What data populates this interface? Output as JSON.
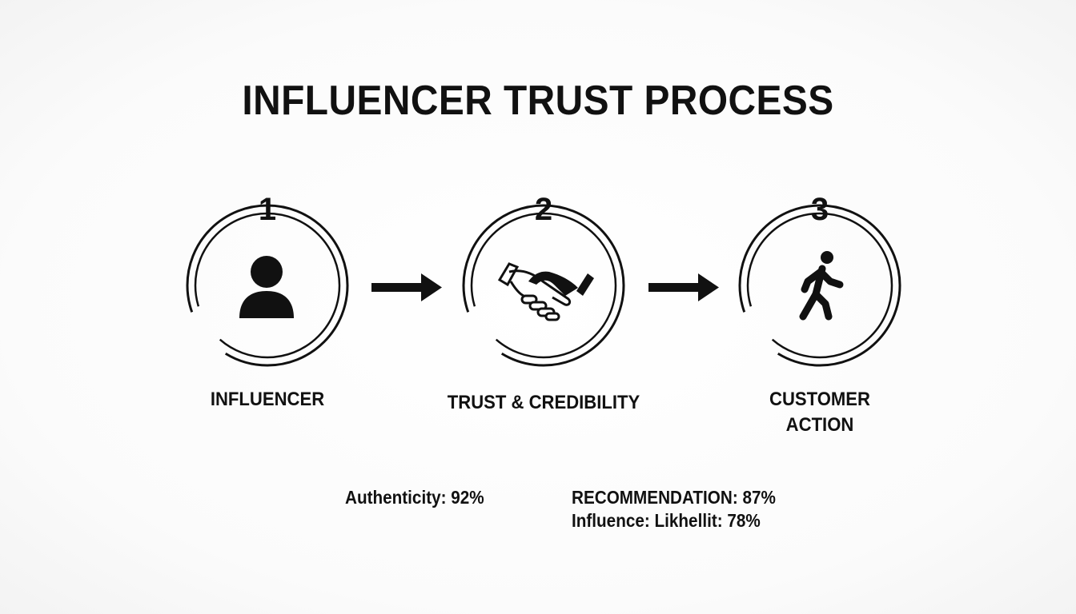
{
  "title": "INFLUENCER TRUST PROCESS",
  "steps": [
    {
      "number": "1",
      "label": "INFLUENCER",
      "icon": "person-icon"
    },
    {
      "number": "2",
      "label": "TRUST & CREDIBILITY",
      "icon": "handshake-icon"
    },
    {
      "number": "3",
      "label_line1": "CUSTOMER",
      "label_line2": "ACTION",
      "icon": "walking-person-icon"
    }
  ],
  "metrics": {
    "authenticity": "Authenticity: 92%",
    "recommendation": "RECOMMENDATION: 87%",
    "influence": "Influence: Likhellit: 78%"
  },
  "colors": {
    "ink": "#111111",
    "background": "#fdfdfd"
  }
}
